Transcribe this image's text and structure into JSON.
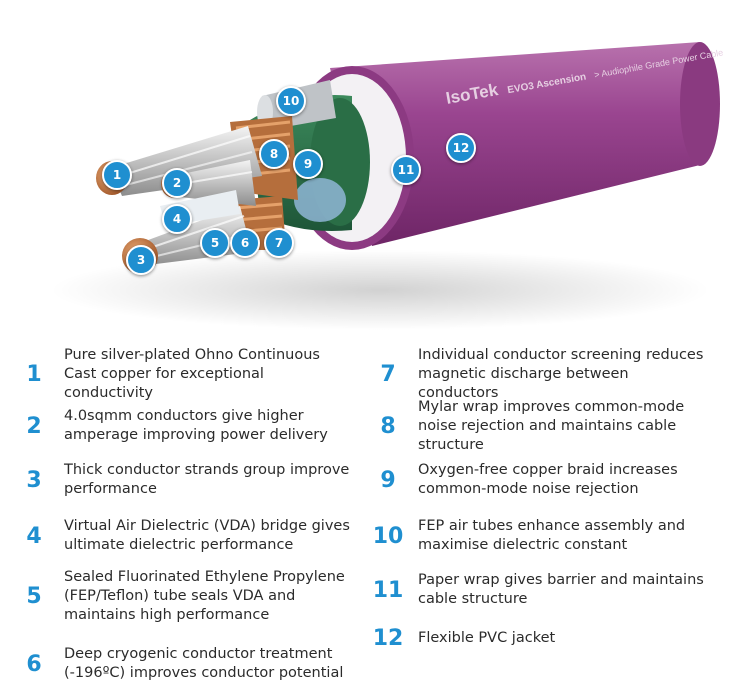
{
  "jacket_print": {
    "brand": "IsoTek",
    "model": "EVO3 Ascension",
    "grade": "> Audiophile Grade Power Cable"
  },
  "legend": [
    {
      "num": "1",
      "text": "Pure silver-plated Ohno Continuous Cast copper for exceptional conductivity"
    },
    {
      "num": "2",
      "text": "4.0sqmm conductors give higher amperage improving power delivery"
    },
    {
      "num": "3",
      "text": "Thick conductor strands group improve performance"
    },
    {
      "num": "4",
      "text": "Virtual Air Dielectric (VDA) bridge gives ultimate dielectric performance"
    },
    {
      "num": "5",
      "text": "Sealed Fluorinated Ethylene Propylene (FEP/Teflon) tube seals VDA and maintains high performance"
    },
    {
      "num": "6",
      "text": "Deep cryogenic conductor treatment (-196ºC) improves conductor potential"
    },
    {
      "num": "7",
      "text": "Individual conductor screening reduces magnetic discharge between conductors"
    },
    {
      "num": "8",
      "text": "Mylar wrap improves common-mode noise rejection and maintains cable structure"
    },
    {
      "num": "9",
      "text": "Oxygen-free copper braid increases common-mode noise rejection"
    },
    {
      "num": "10",
      "text": "FEP air tubes enhance assembly and maximise dielectric constant"
    },
    {
      "num": "11",
      "text": "Paper wrap gives barrier and maintains cable structure"
    },
    {
      "num": "12",
      "text": "Flexible PVC jacket"
    }
  ],
  "markers": [
    "1",
    "2",
    "3",
    "4",
    "5",
    "6",
    "7",
    "8",
    "9",
    "10",
    "11",
    "12"
  ],
  "colors": {
    "accent": "#1f8fd0",
    "jacket": "#8e3a84",
    "copper": "#c77a45",
    "text": "#2b2b2b"
  }
}
